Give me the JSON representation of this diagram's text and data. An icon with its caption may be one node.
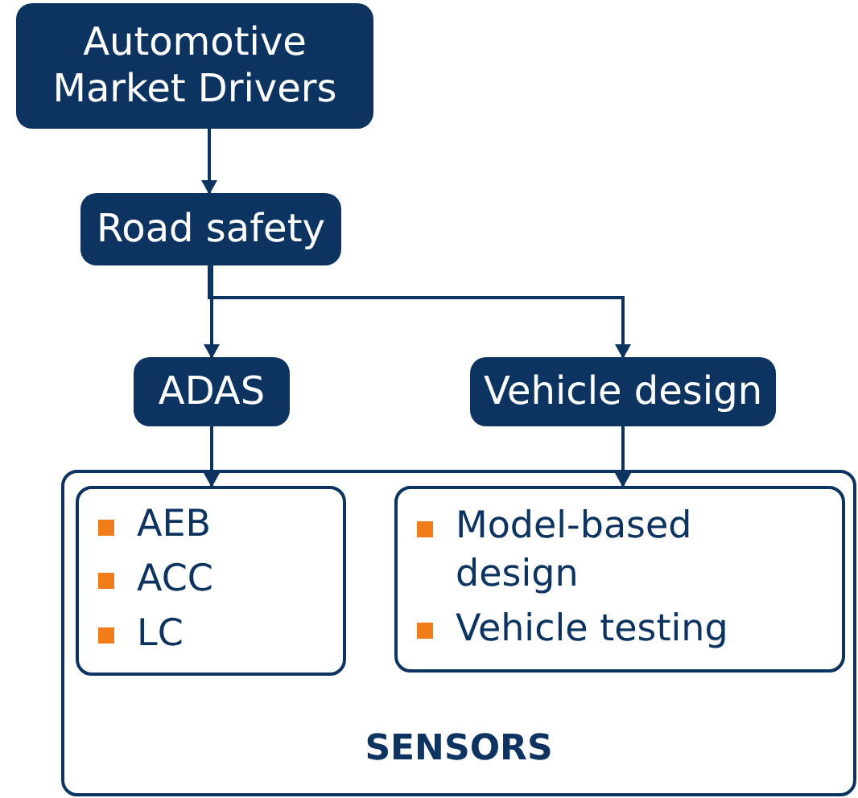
{
  "diagram": {
    "nodes": [
      {
        "text": [
          "Automotive Market Drivers"
        ]
      },
      {
        "text": [
          "Road safety"
        ]
      },
      {
        "text": [
          "ADAS"
        ]
      },
      {
        "text": [
          "Vehicle design"
        ]
      },
      {
        "text": [
          "SENSORS"
        ]
      },
      {
        "text": [
          "AEB",
          "ACC",
          "LC"
        ],
        "in": 4
      },
      {
        "text": [
          "Model-based design",
          "Vehicle testing"
        ],
        "in": 4
      }
    ],
    "edges": [
      {
        "from": 0,
        "to": 1,
        "arrow": "to"
      },
      {
        "from": 1,
        "to": 2,
        "arrow": "to"
      },
      {
        "from": 1,
        "to": 3,
        "arrow": "to"
      },
      {
        "from": 2,
        "to": 5,
        "arrow": "to"
      },
      {
        "from": 3,
        "to": 6,
        "arrow": "to"
      }
    ]
  }
}
